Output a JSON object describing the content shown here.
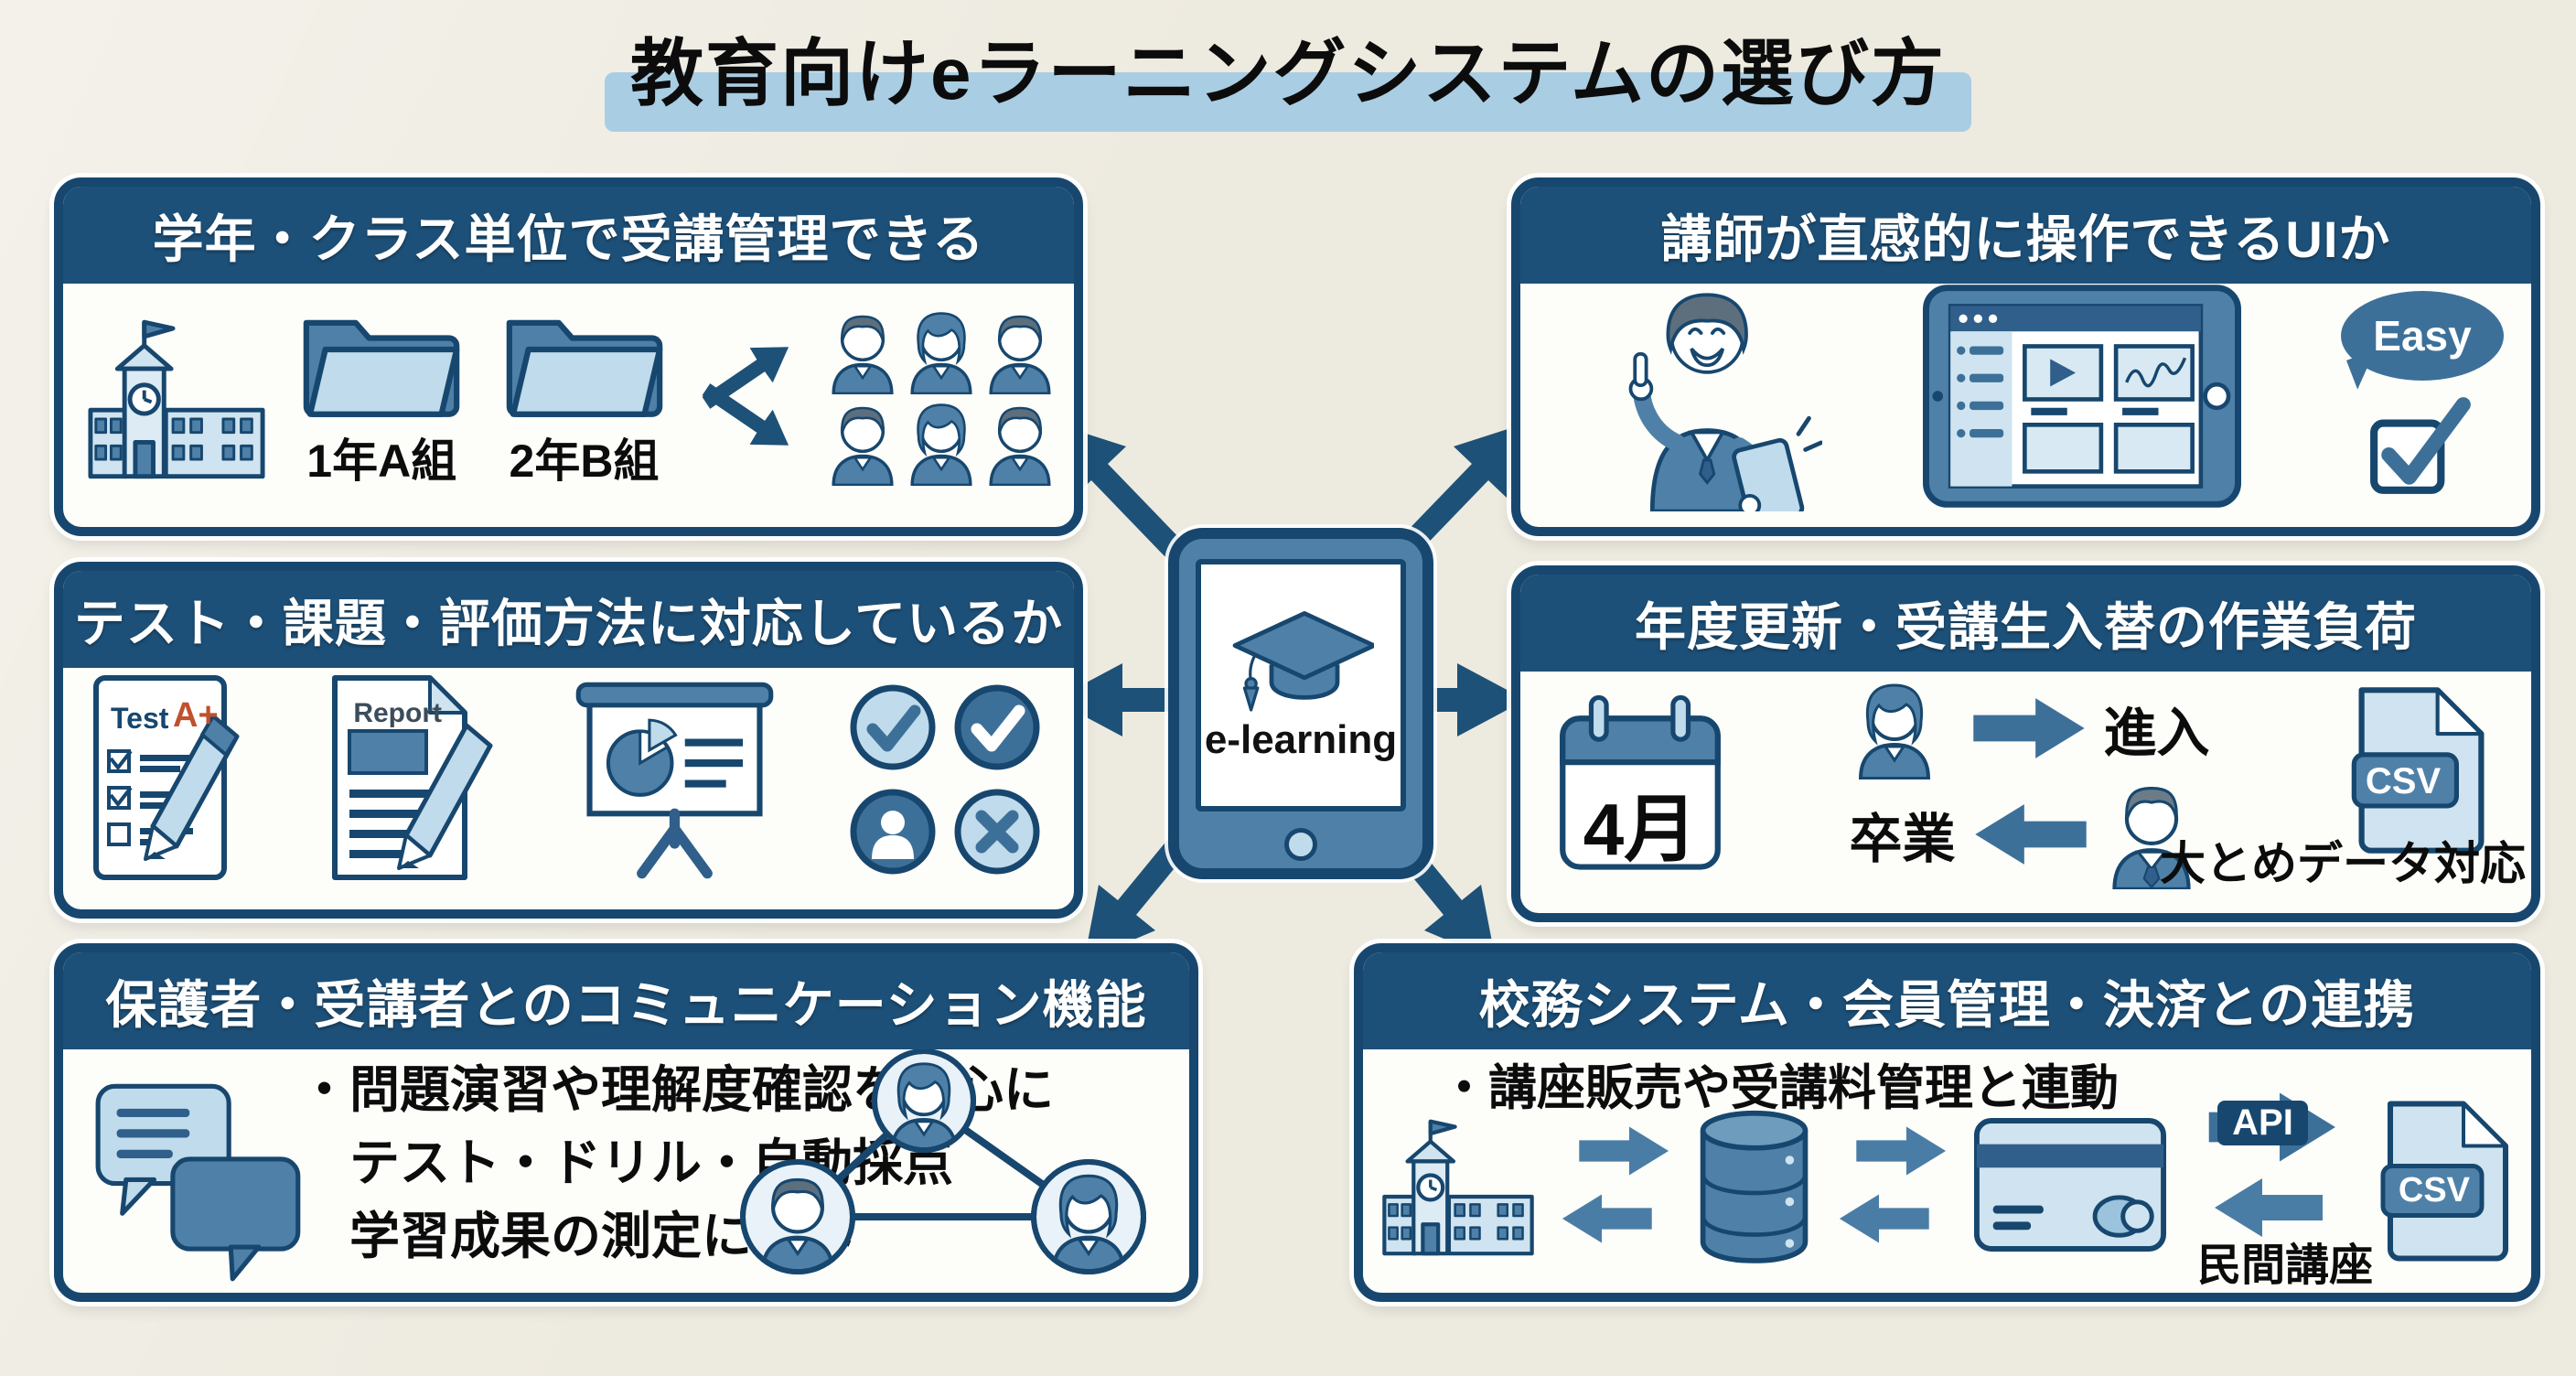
{
  "title": "教育向けeラーニングシステムの選び方",
  "center": {
    "device_label": "e-learning"
  },
  "boxes": {
    "class_management": {
      "header": "学年・クラス単位で受講管理できる",
      "folder1_label": "1年A組",
      "folder2_label": "2年B組"
    },
    "assessment": {
      "header": "テスト・課題・評価方法に対応しているか",
      "test_label": "Test",
      "test_grade": "A+",
      "report_label": "Report"
    },
    "communication": {
      "header": "保護者・受講者とのコミュニケーション機能",
      "bullet1": "・問題演習や理解度確認を中心に",
      "bullet2": "テスト・ドリル・自動採点",
      "bullet3": "学習成果の測定に強み"
    },
    "teacher_ui": {
      "header": "講師が直感的に操作できるUIか",
      "easy_label": "Easy"
    },
    "yearly_update": {
      "header": "年度更新・受講生入替の作業負荷",
      "calendar_label": "4月",
      "enter_label": "進入",
      "graduate_label": "卒業",
      "csv_label": "CSV",
      "csv_caption": "大とめデータ対応"
    },
    "integration": {
      "header": "校務システム・会員管理・決済との連携",
      "bullet": "・講座販売や受講料管理と連動",
      "api_label": "API",
      "csv_label": "CSV",
      "return_label": "民間講座"
    }
  },
  "colors": {
    "background": "#edeadf",
    "navy": "#17476e",
    "header_blue": "#1d5078",
    "mid_blue": "#4f81a8",
    "light_blue": "#bfdbec",
    "arrow_blue": "#1d5178",
    "accent_orange": "#c0502e",
    "title_highlight": "#a9cde3"
  }
}
